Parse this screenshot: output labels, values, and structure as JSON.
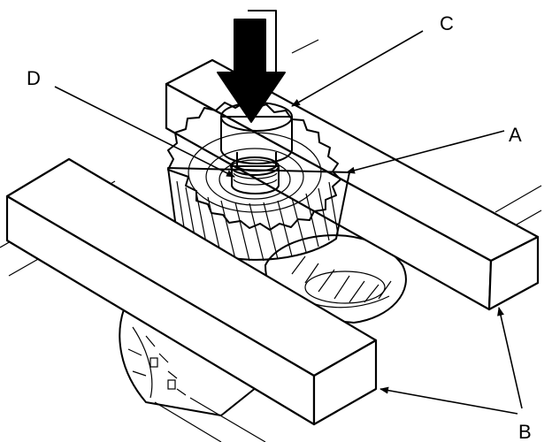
{
  "labels": {
    "a": "A",
    "b": "B",
    "c": "C",
    "d": "D"
  },
  "colors": {
    "ink": "#000000",
    "paper": "#ffffff"
  },
  "icons": {
    "press_arrow": "down-arrow-icon"
  }
}
